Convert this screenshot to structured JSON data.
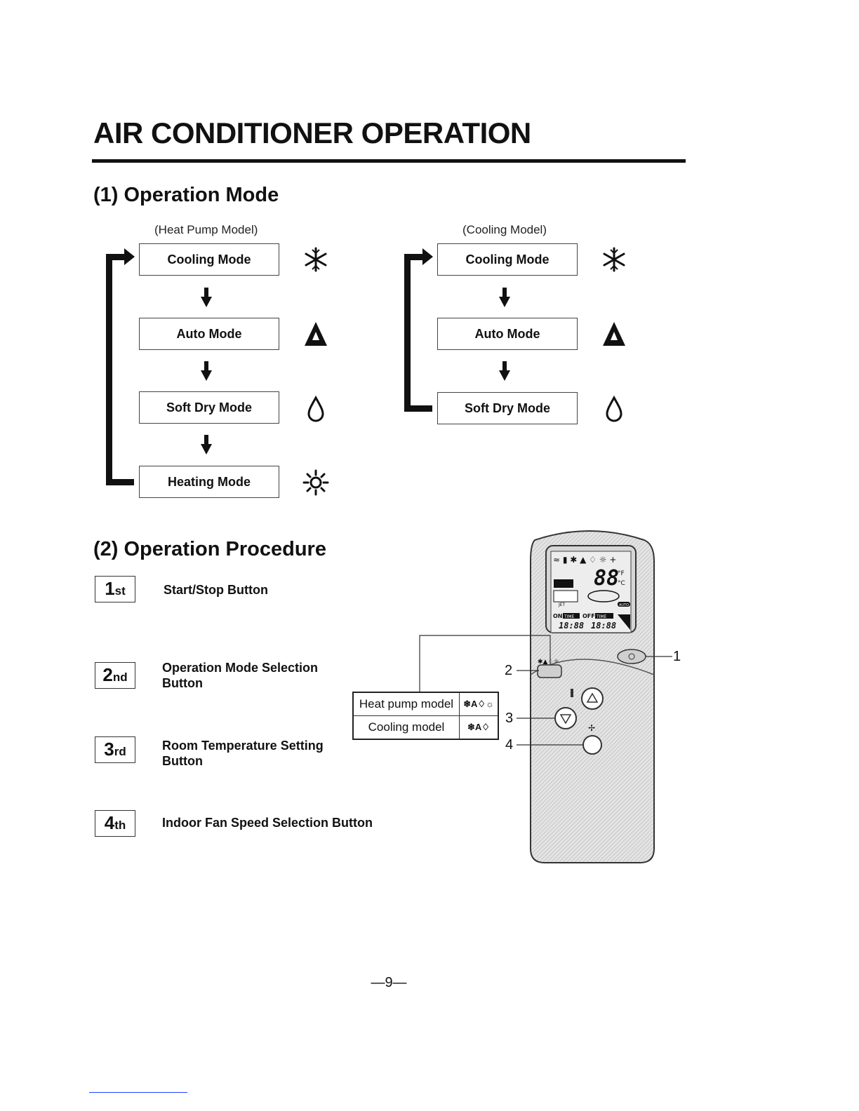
{
  "page": {
    "title": "AIR CONDITIONER OPERATION",
    "page_number": "—9—"
  },
  "operation_mode": {
    "heading": "(1) Operation Mode",
    "heat_pump": {
      "caption": "(Heat Pump Model)",
      "modes": [
        {
          "label": "Cooling Mode",
          "icon": "snowflake-icon"
        },
        {
          "label": "Auto Mode",
          "icon": "auto-icon"
        },
        {
          "label": "Soft Dry Mode",
          "icon": "droplet-icon"
        },
        {
          "label": "Heating Mode",
          "icon": "sun-icon"
        }
      ]
    },
    "cooling": {
      "caption": "(Cooling Model)",
      "modes": [
        {
          "label": "Cooling Mode",
          "icon": "snowflake-icon"
        },
        {
          "label": "Auto Mode",
          "icon": "auto-icon"
        },
        {
          "label": "Soft Dry Mode",
          "icon": "droplet-icon"
        }
      ]
    }
  },
  "procedure": {
    "heading": "(2) Operation Procedure",
    "steps": [
      {
        "num": "1",
        "suffix": "st",
        "line1": "Start/Stop Button",
        "line2": ""
      },
      {
        "num": "2",
        "suffix": "nd",
        "line1": "Operation Mode Selection",
        "line2": "Button"
      },
      {
        "num": "3",
        "suffix": "rd",
        "line1": "Room Temperature Setting",
        "line2": "Button"
      },
      {
        "num": "4",
        "suffix": "th",
        "line1": "Indoor Fan Speed Selection Button",
        "line2": ""
      }
    ],
    "model_table": [
      {
        "model": "Heat pump model",
        "symbols": "❄A♢☼"
      },
      {
        "model": "Cooling model",
        "symbols": "❄A♢"
      }
    ],
    "callouts": [
      "1",
      "2",
      "3",
      "4"
    ]
  },
  "remote_display": {
    "temp_digits": "88",
    "unit_f": "°F",
    "unit_c": "°C",
    "on_label": "ON",
    "off_label": "OFF",
    "time_label": "TIME",
    "on_time": "18:88",
    "off_time": "18:88",
    "jet_label": "JET",
    "auto_label": "AUTO"
  }
}
